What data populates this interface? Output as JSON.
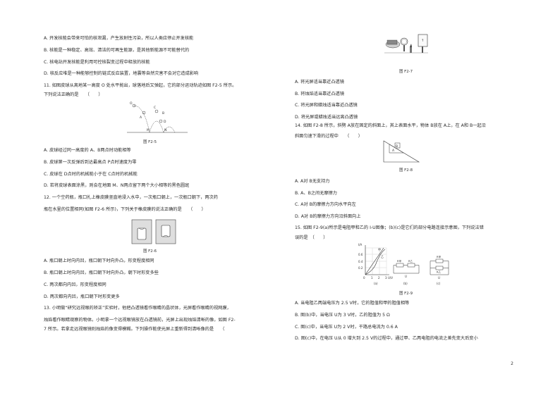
{
  "left": {
    "q10_options": [
      "A. 开发核能会带来可怕的核泄漏，产生放射性污染，所以人类应停止开发核能",
      "B. 核能是一种稳定、高效、清洁的可再生能源，是其他新能源不可能替代的",
      "C. 核电站开发核能是利用可控核裂变过程中释放的核能",
      "D. 核反应堆是一种能够控制的链式反应装置，地震等自然灾害不会对它造成影响"
    ],
    "q11_stem": [
      "11. 如图皮球从离地某一高度 O 处水平抛出，球落地后又弹起，它的部分运动轨迹如图 F2-5 所示。",
      "下列说法正确的是　　（　　）"
    ],
    "q11_fig_caption": "图 F2-5",
    "q11_fig_labels": [
      "O",
      "A",
      "B",
      "C",
      "D",
      "M",
      "N"
    ],
    "q11_options": [
      "A. 皮球经过同一高度的 A、B两点时动能相等",
      "B. 皮球第一次反弹后到达最高点 P点时速度为零",
      "C. 皮球在 D点时的机械能小于在 C点时的机械能",
      "D. 若将皮球表面涂黑，则会在地面 M、N两点留下两个大小相等的黑色圆斑"
    ],
    "q12_stem": [
      "12. 一个空药瓶，瓶口扎上橡皮膜竖直地浸入水中，一次瓶口朝上，一次瓶口朝下，两次药",
      "瓶在水里的位置相同(如图 F2-6 所示)，下列关于橡皮膜的说法正确的是　　（　　）"
    ],
    "q12_fig_caption": "图 F2-6",
    "q12_options": [
      "A. 瓶口朝上时向内凹，瓶口朝下时向外凸，形变程度相同",
      "B. 瓶口朝上时向内凹，瓶口朝下时向外凸，朝下时形变多些",
      "C. 两次都向内凹，形变程度相同",
      "D. 两次都向内凹，瓶口朝下时形变更多"
    ],
    "q13_stem": [
      "13. 小明做“研究远视眼的矫正”实验时，他把凸透镜看作眼睛的晶状体，光屏看作眼睛的视网膜，",
      "烛焰看作眼睛观察的物体。小明拿一个远视眼镜放在凸透镜前，光屏上出现烛焰清晰的像，如图 F2-",
      "7 所示。若拿走远视眼镜则烛焰的像变得模糊。下列操作能使光屏上重新得到清晰像的是　　（"
    ]
  },
  "right": {
    "q13_fig_caption": "图 F2-7",
    "q13_options": [
      "A. 将光屏适当靠近凸透镜",
      "B. 将烛焰适当靠近凸透镜",
      "C. 将光屏和蜡烛适当靠近凸透镜",
      "D. 将光屏或蜡烛适当远离凸透镜"
    ],
    "q14_stem": [
      "14. 如图 F2-8 所示，斜劈 A放在固定的斜面上，其上表面水平，物体 B放在 A上，在 A和 B一起沿",
      "斜面匀速下滑的过程中　　（　　）"
    ],
    "q14_fig_caption": "图 F2-8",
    "q14_fig_labels": [
      "B",
      "A"
    ],
    "q14_options": [
      "A. A对 B无支持力",
      "B. A、B之间无摩擦力",
      "C. A对 B的摩擦力方向水平向左",
      "D. A对 B的摩擦力方向沿斜面向上"
    ],
    "q15_stem": [
      "15. 如图 F2-9(a)所示是电阻甲和乙的 I-U图像；(b)(c)是它们的部分电路连接示意图，下列说法错",
      "误的是　（　　）"
    ],
    "q15_fig": {
      "ylabel": "I/A",
      "xlabel": "U/V",
      "yticks": [
        "0.6",
        "0.4",
        "0.2"
      ],
      "xticks": [
        "0",
        "1",
        "2",
        "3"
      ],
      "series": [
        "甲",
        "乙"
      ],
      "sub_a": "(a)",
      "sub_b": "(b)",
      "sub_c": "(c)",
      "r1": "R甲",
      "r2": "R乙",
      "u": "U"
    },
    "q15_fig_caption": "图 F2-9",
    "q15_options": [
      "A. 当电阻乙两端电压为 2.5 V时，它的阻值和甲的阻值相等",
      "B. 图(b)中，当电压 U为 3 V时，乙的阻值为 5 Ω",
      "C. 图(c)中，当电压 U为 2 V时，干路总电流为 0.6 A",
      "D. 图(c)中，在电压 U从 0 增大到 2.5 V的过程中，通过甲、乙两电阻的电流之差先变大后变小"
    ]
  },
  "page_number": "2"
}
